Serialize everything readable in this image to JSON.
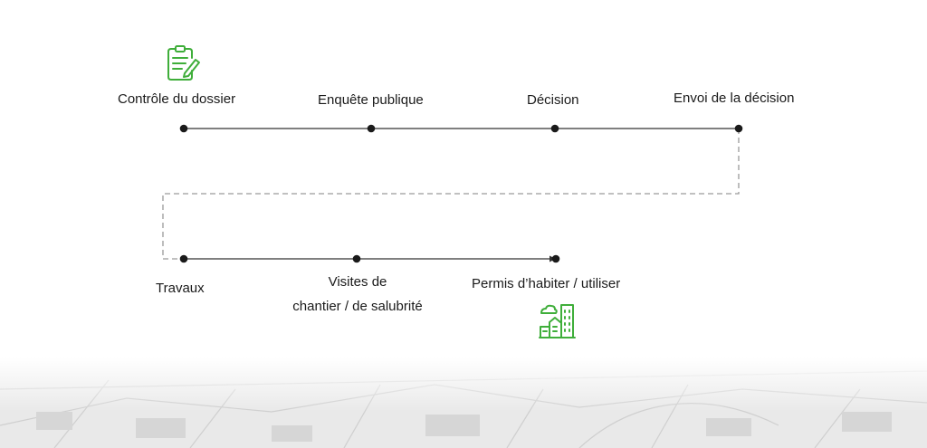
{
  "colors": {
    "icon_green": "#3fae3a",
    "line": "#333333",
    "dashed_line": "#9a9a9a",
    "node": "#1a1a1a",
    "map_fade": "#e6e6e6"
  },
  "icons": {
    "top": "clipboard-pen-icon",
    "bottom": "city-buildings-icon",
    "background": "map-texture"
  },
  "steps_row1": [
    {
      "label": "Contrôle du dossier"
    },
    {
      "label": "Enquête publique"
    },
    {
      "label": "Décision"
    },
    {
      "label": "Envoi de la décision"
    }
  ],
  "steps_row2": [
    {
      "label": "Travaux"
    },
    {
      "label_line1": "Visites de",
      "label_line2": "chantier / de salubrité"
    },
    {
      "label": "Permis d’habiter / utiliser"
    }
  ]
}
